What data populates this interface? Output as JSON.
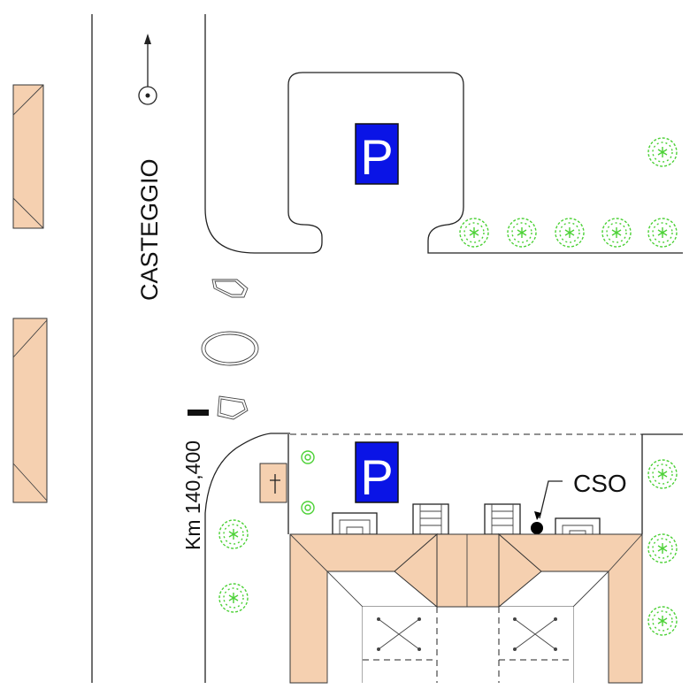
{
  "street": {
    "name": "CASTEGGIO"
  },
  "kilometer_marker": {
    "label": "Km 140,400"
  },
  "parking_signs": [
    {
      "id": "north",
      "letter": "P"
    },
    {
      "id": "south",
      "letter": "P"
    }
  ],
  "manhole": {
    "label": "CSO"
  },
  "colors": {
    "building_roof": "#F5D0B0",
    "parking_sign": "#0A14E6",
    "trees": "#4CD136",
    "lines": "#222222"
  },
  "icons": {
    "north_arrow": "north-arrow-icon",
    "chapel": "cross-icon",
    "tree": "tree-icon",
    "skylight": "skylight-icon",
    "stairs": "stairs-icon"
  }
}
